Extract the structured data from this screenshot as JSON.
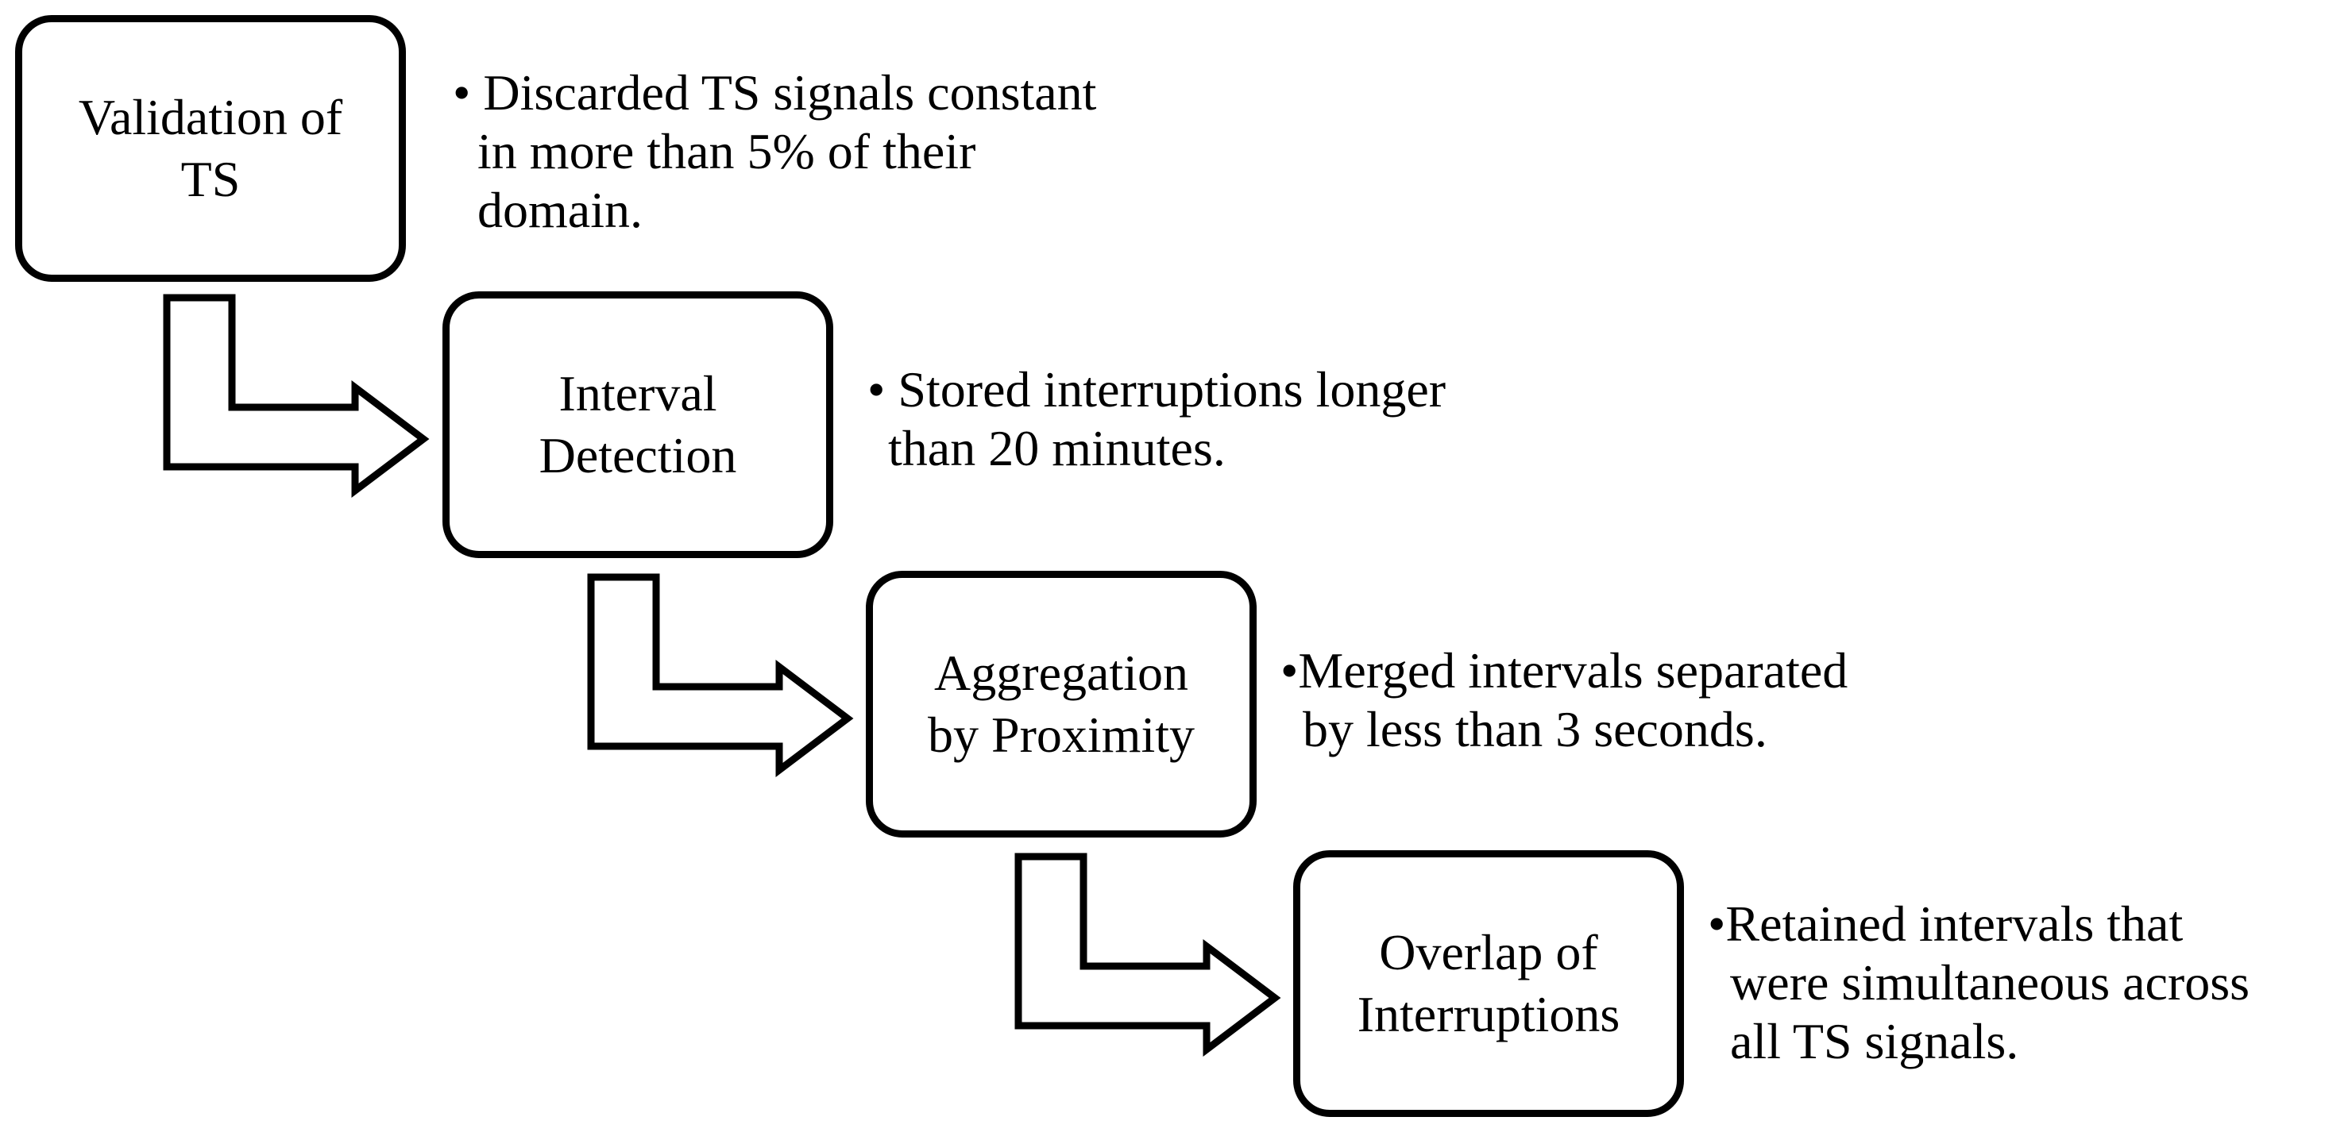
{
  "colors": {
    "background": "#ffffff",
    "ink": "#000000"
  },
  "diagram_title": "",
  "steps": [
    {
      "label_lines": [
        "Validation of",
        "TS"
      ],
      "note_lines": [
        "• Discarded TS signals constant",
        "in more than 5% of their",
        "domain."
      ]
    },
    {
      "label_lines": [
        "Interval",
        "Detection"
      ],
      "note_lines": [
        "• Stored interruptions longer",
        "than 20 minutes."
      ]
    },
    {
      "label_lines": [
        "Aggregation",
        "by Proximity"
      ],
      "note_lines": [
        "•Merged intervals separated",
        "by less than 3 seconds."
      ]
    },
    {
      "label_lines": [
        "Overlap of",
        "Interruptions"
      ],
      "note_lines": [
        "•Retained intervals that",
        "were simultaneous across",
        "all TS signals."
      ]
    }
  ]
}
